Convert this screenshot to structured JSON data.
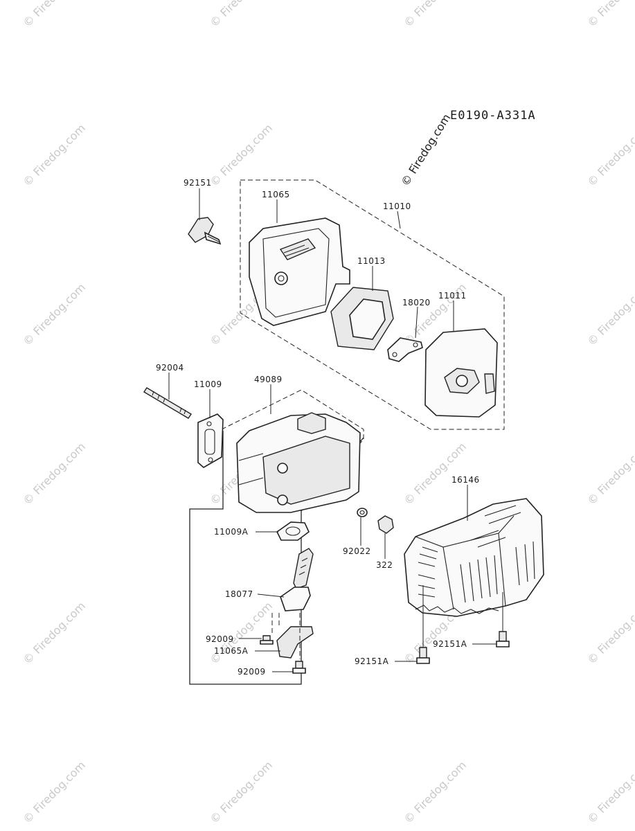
{
  "diagram_code": "E0190-A331A",
  "watermark_text": "© Firedog.com",
  "parts": {
    "p92151": "92151",
    "p11065": "11065",
    "p11010": "11010",
    "p11013": "11013",
    "p18020": "18020",
    "p11011": "11011",
    "p92004": "92004",
    "p11009": "11009",
    "p49089": "49089",
    "p11009A": "11009A",
    "p92022": "92022",
    "p322": "322",
    "p16146": "16146",
    "p18077": "18077",
    "p92009a": "92009",
    "p11065A": "11065A",
    "p92009b": "92009",
    "p92151A_1": "92151A",
    "p92151A_2": "92151A"
  }
}
